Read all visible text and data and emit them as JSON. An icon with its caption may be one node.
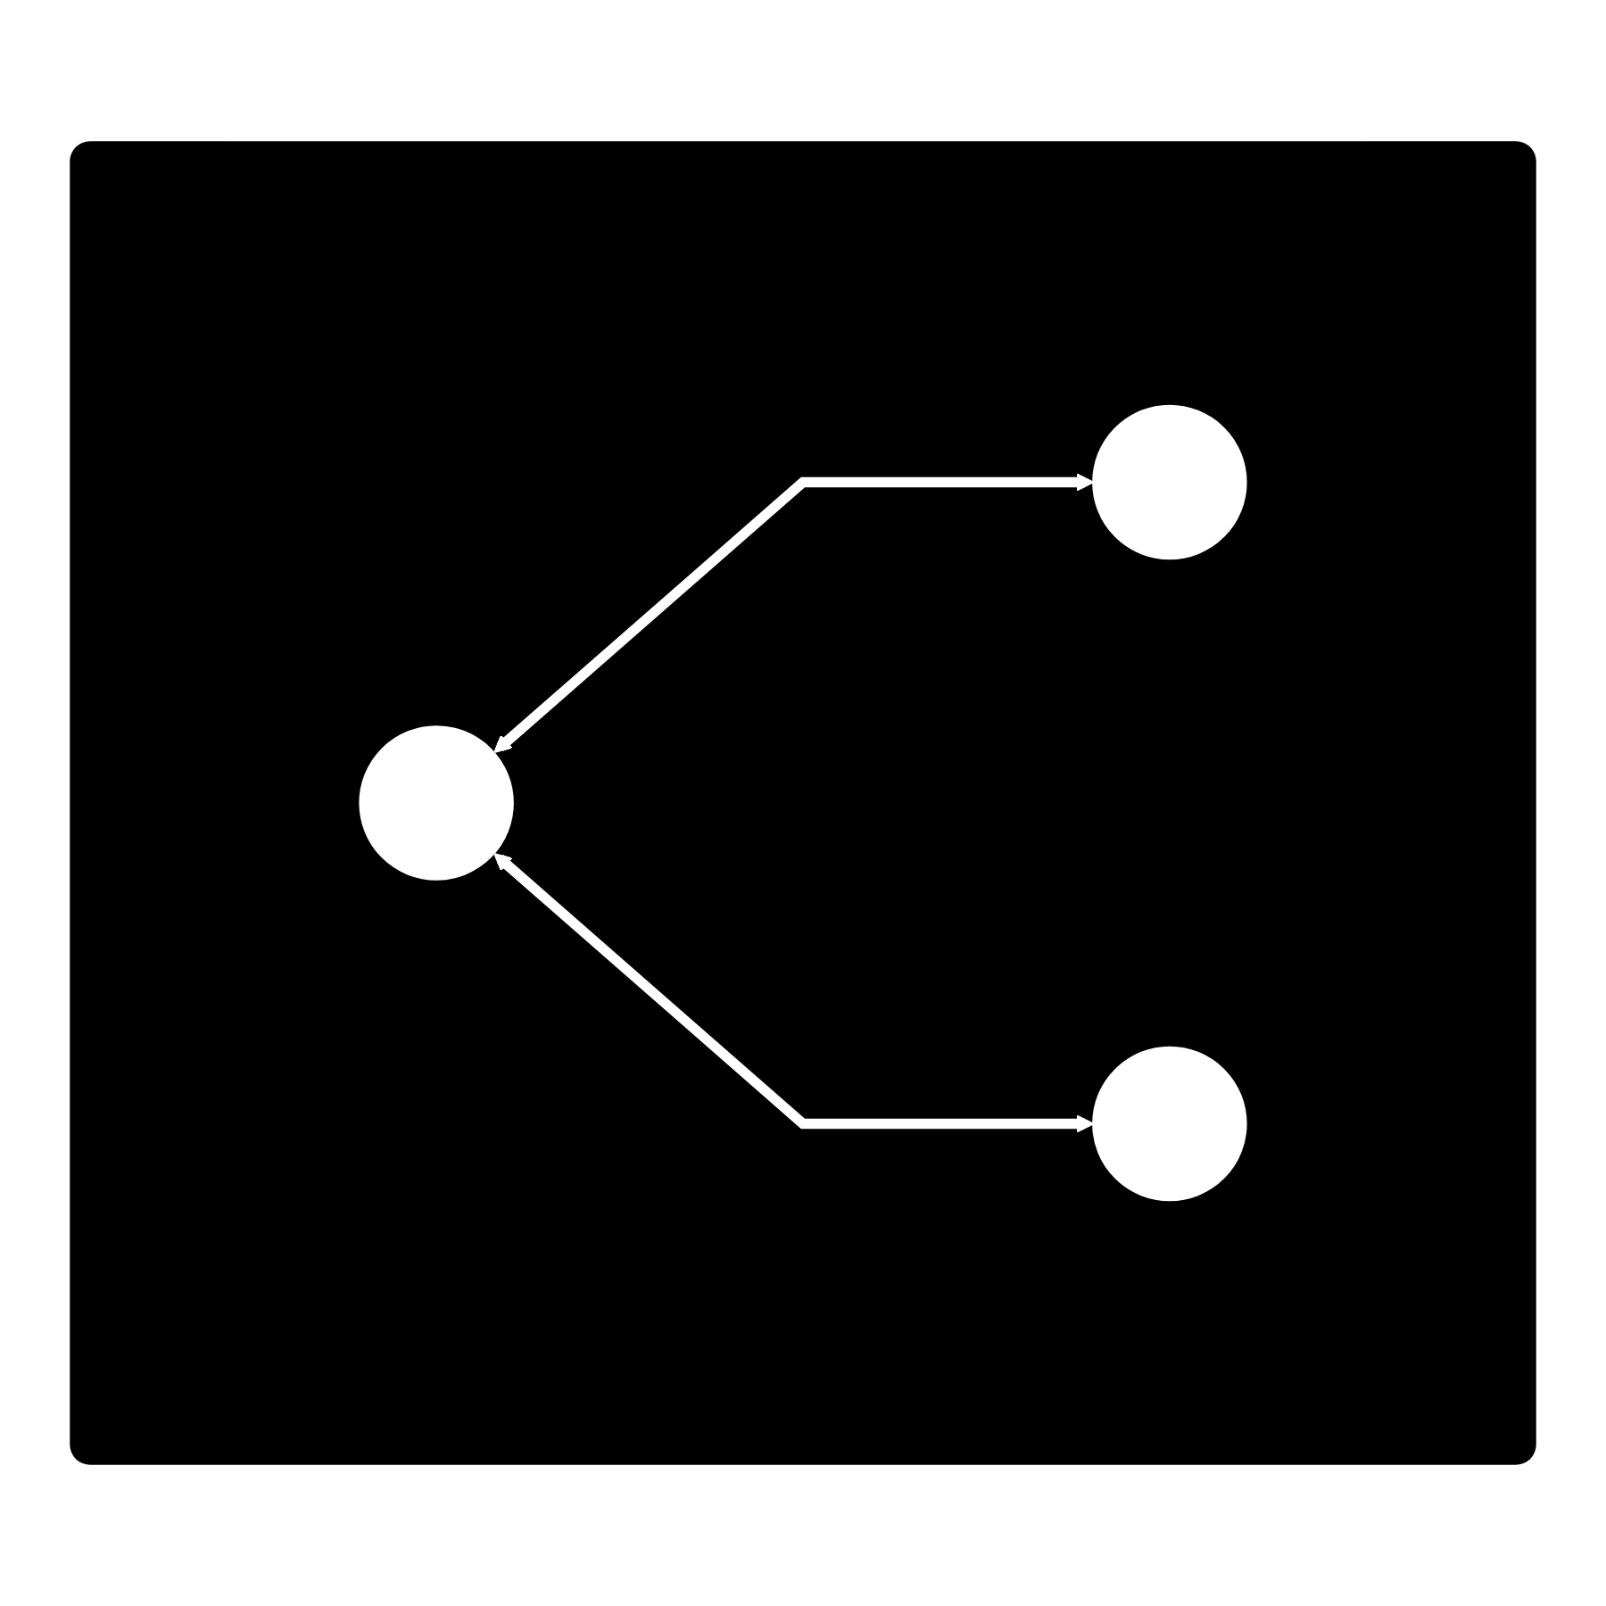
{
  "diagram": {
    "nodes": [
      {
        "text": [],
        "shape": "box"
      },
      {
        "text": [],
        "shape": "circle",
        "in": 0
      },
      {
        "text": [],
        "shape": "circle",
        "in": 0
      },
      {
        "text": [],
        "shape": "circle",
        "in": 0
      }
    ],
    "edges": [
      {
        "from": 1,
        "to": 2,
        "arrow": "both"
      },
      {
        "from": 1,
        "to": 3,
        "arrow": "both"
      }
    ]
  }
}
